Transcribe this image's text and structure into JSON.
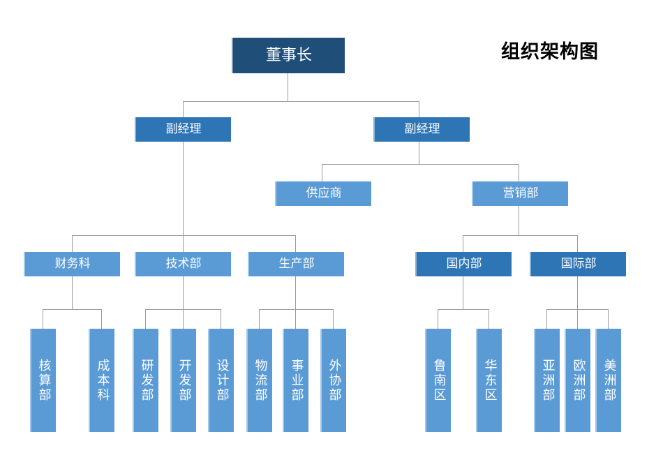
{
  "title": "组织架构图",
  "colors": {
    "level1": "#1F4E79",
    "level2": "#2E75B6",
    "level3": "#5B9BD5",
    "level4_left": "#5B9BD5",
    "level4_right": "#2E75B6",
    "leaf": "#5B9BD5",
    "connector": "#9b9b9b",
    "text": "#FFFFFF",
    "title": "#000000",
    "background": "#FFFFFF"
  },
  "nodes": {
    "chairman": {
      "label": "董事长"
    },
    "deputy_manager_left": {
      "label": "副经理"
    },
    "deputy_manager_right": {
      "label": "副经理"
    },
    "supplier": {
      "label": "供应商"
    },
    "marketing": {
      "label": "营销部"
    },
    "finance": {
      "label": "财务科"
    },
    "technology": {
      "label": "技术部"
    },
    "production": {
      "label": "生产部"
    },
    "domestic": {
      "label": "国内部"
    },
    "international": {
      "label": "国际部"
    },
    "accounting": {
      "label": "核算部"
    },
    "cost": {
      "label": "成本科"
    },
    "research": {
      "label": "研发部"
    },
    "development": {
      "label": "开发部"
    },
    "design": {
      "label": "设计部"
    },
    "logistics": {
      "label": "物流部"
    },
    "business_unit": {
      "label": "事业部"
    },
    "outsourcing": {
      "label": "外协部"
    },
    "lunan_region": {
      "label": "鲁南区"
    },
    "huadong_region": {
      "label": "华东区"
    },
    "asia": {
      "label": "亚洲部"
    },
    "europe": {
      "label": "欧洲部"
    },
    "america": {
      "label": "美洲部"
    }
  },
  "chart_data": {
    "type": "diagram",
    "diagram_type": "org-chart",
    "title": "组织架构图",
    "levels": 5,
    "node_count": 23,
    "hierarchy": {
      "label": "董事长",
      "children": [
        {
          "label": "副经理",
          "children": [
            {
              "label": "财务科",
              "children": [
                {
                  "label": "核算部"
                },
                {
                  "label": "成本科"
                }
              ]
            },
            {
              "label": "技术部",
              "children": [
                {
                  "label": "研发部"
                },
                {
                  "label": "开发部"
                },
                {
                  "label": "设计部"
                }
              ]
            },
            {
              "label": "生产部",
              "children": [
                {
                  "label": "物流部"
                },
                {
                  "label": "事业部"
                },
                {
                  "label": "外协部"
                }
              ]
            }
          ]
        },
        {
          "label": "副经理",
          "children": [
            {
              "label": "供应商"
            },
            {
              "label": "营销部",
              "children": [
                {
                  "label": "国内部",
                  "children": [
                    {
                      "label": "鲁南区"
                    },
                    {
                      "label": "华东区"
                    }
                  ]
                },
                {
                  "label": "国际部",
                  "children": [
                    {
                      "label": "亚洲部"
                    },
                    {
                      "label": "欧洲部"
                    },
                    {
                      "label": "美洲部"
                    }
                  ]
                }
              ]
            }
          ]
        }
      ]
    }
  }
}
